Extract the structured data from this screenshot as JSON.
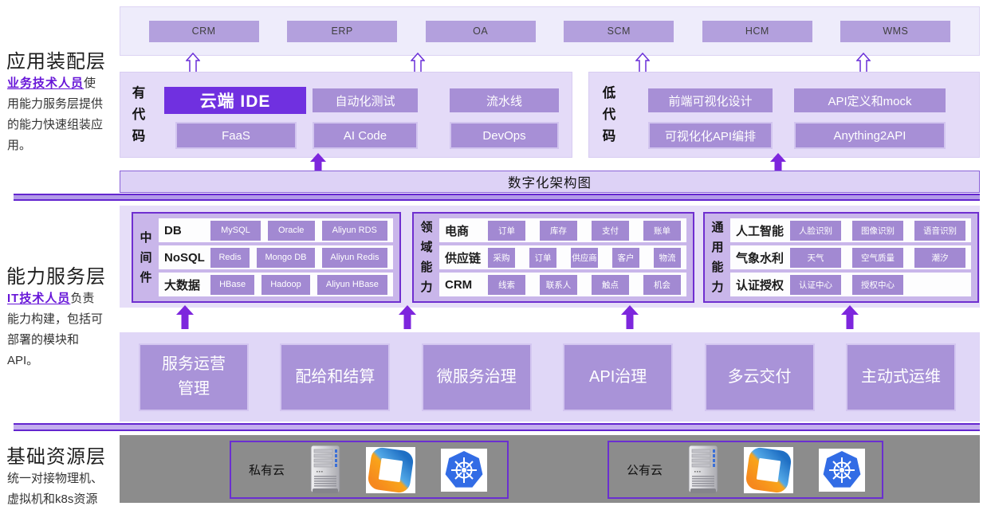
{
  "left_sections": [
    {
      "title": "应用装配层",
      "highlight": "业务技术人员",
      "rest": "使用能力服务层提供的能力快速组装应用。"
    },
    {
      "title": "能力服务层",
      "highlight": "IT技术人员",
      "rest": "负责能力构建，包括可部署的模块和API。"
    },
    {
      "title": "基础资源层",
      "highlight": "",
      "rest": "统一对接物理机、虚拟机和k8s资源"
    }
  ],
  "top_apps": [
    "CRM",
    "ERP",
    "OA",
    "SCM",
    "HCM",
    "WMS"
  ],
  "code_left": {
    "label": "有代码",
    "boxes": [
      [
        "云端 IDE",
        "自动化测试",
        "流水线"
      ],
      [
        "FaaS",
        "AI Code",
        "DevOps"
      ]
    ]
  },
  "code_right": {
    "label": "低代码",
    "boxes": [
      [
        "前端可视化设计",
        "API定义和mock"
      ],
      [
        "可视化化API编排",
        "Anything2API"
      ]
    ]
  },
  "arch_bar": "数字化架构图",
  "groups": [
    {
      "label": "中间件",
      "rows": [
        {
          "name": "DB",
          "chips": [
            "MySQL",
            "Oracle",
            "Aliyun RDS"
          ]
        },
        {
          "name": "NoSQL",
          "chips": [
            "Redis",
            "Mongo DB",
            "Aliyun Redis"
          ]
        },
        {
          "name": "大数据",
          "chips": [
            "HBase",
            "Hadoop",
            "Aliyun HBase"
          ]
        }
      ]
    },
    {
      "label": "领域能力",
      "rows": [
        {
          "name": "电商",
          "chips": [
            "订单",
            "库存",
            "支付",
            "账单"
          ]
        },
        {
          "name": "供应链",
          "chips": [
            "采购",
            "订单",
            "供应商",
            "客户",
            "物流"
          ]
        },
        {
          "name": "CRM",
          "chips": [
            "线索",
            "联系人",
            "触点",
            "机会"
          ]
        }
      ]
    },
    {
      "label": "通用能力",
      "rows": [
        {
          "name": "人工智能",
          "chips": [
            "人脸识别",
            "图像识别",
            "语音识别"
          ]
        },
        {
          "name": "气象水利",
          "chips": [
            "天气",
            "空气质量",
            "潮汐"
          ]
        },
        {
          "name": "认证授权",
          "chips": [
            "认证中心",
            "授权中心"
          ]
        }
      ]
    }
  ],
  "services": [
    "服务运营管理",
    "配给和结算",
    "微服务治理",
    "API治理",
    "多云交付",
    "主动式运维"
  ],
  "clouds": [
    {
      "label": "私有云",
      "icons": [
        "server-icon",
        "vmware-icon",
        "kubernetes-icon"
      ]
    },
    {
      "label": "公有云",
      "icons": [
        "server-icon",
        "vmware-icon",
        "kubernetes-icon"
      ]
    }
  ],
  "colors": {
    "primary_purple": "#7030e0",
    "medium_purple": "#a78fd6",
    "chip_purple": "#a289d2",
    "group_bg": "#c9b6ea",
    "group_border": "#6f2fd0",
    "panel_bg": "#e4dbf8",
    "top_panel_bg": "#eeecfb",
    "separator_fill": "#b29ae8",
    "separator_border": "#6325cf",
    "gray_strip": "#8c8c8c",
    "arrow_purple": "#7d26dd",
    "highlight_text": "#6716d8",
    "kubernetes_blue": "#326ce5"
  }
}
